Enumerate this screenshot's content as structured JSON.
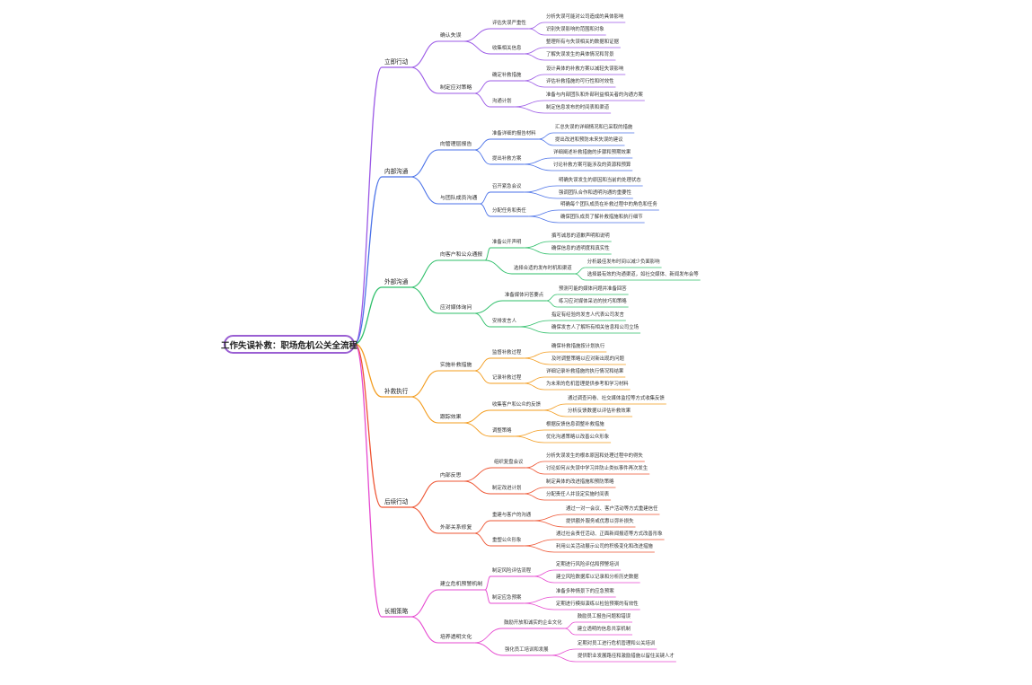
{
  "root": "工作失误补救：职场危机公关全流程",
  "colors": {
    "立即行动": "#9b59e6",
    "内部沟通": "#4b72e8",
    "外部沟通": "#2fbf6a",
    "补救执行": "#f39c1e",
    "后续行动": "#ee5533",
    "长期策略": "#e64ad0",
    "root_border": "#9a5fd3"
  },
  "branches": [
    {
      "label": "立即行动",
      "children": [
        {
          "label": "确认失误",
          "children": [
            {
              "label": "评估失误严重性",
              "children": [
                "分析失误可能对公司造成的具体影响",
                "识别失误影响的范围和对象"
              ]
            },
            {
              "label": "收集相关信息",
              "children": [
                "整理所有与失误相关的数据和证据",
                "了解失误发生的具体情况和背景"
              ]
            }
          ]
        },
        {
          "label": "制定应对策略",
          "children": [
            {
              "label": "确定补救措施",
              "children": [
                "设计具体的补救方案以减轻失误影响",
                "评估补救措施的可行性和时效性"
              ]
            },
            {
              "label": "沟通计划",
              "children": [
                "准备与内部团队和外部利益相关者的沟通方案",
                "制定信息发布的时间表和渠道"
              ]
            }
          ]
        }
      ]
    },
    {
      "label": "内部沟通",
      "children": [
        {
          "label": "向管理层报告",
          "children": [
            {
              "label": "准备详细的报告材料",
              "children": [
                "汇总失误的详细情况和已采取的措施",
                "提出改进和预防未来失误的建议"
              ]
            },
            {
              "label": "提出补救方案",
              "children": [
                "详细阐述补救措施的步骤和预期效果",
                "讨论补救方案可能涉及的资源和预算"
              ]
            }
          ]
        },
        {
          "label": "与团队成员沟通",
          "children": [
            {
              "label": "召开紧急会议",
              "children": [
                "明确失误发生的原因和当前的处理状态",
                "强调团队合作和透明沟通的重要性"
              ]
            },
            {
              "label": "分配任务和责任",
              "children": [
                "明确每个团队成员在补救过程中的角色和任务",
                "确保团队成员了解补救措施和执行细节"
              ]
            }
          ]
        }
      ]
    },
    {
      "label": "外部沟通",
      "children": [
        {
          "label": "向客户和公众通报",
          "children": [
            {
              "label": "准备公开声明",
              "children": [
                "撰写诚恳的道歉声明和说明",
                "确保信息的透明度和真实性"
              ]
            },
            {
              "label": "选择合适的发布时机和渠道",
              "children": [
                "分析最佳发布时间以减少负面影响",
                "选择最有效的沟通渠道，如社交媒体、新闻发布会等"
              ]
            }
          ]
        },
        {
          "label": "应对媒体询问",
          "children": [
            {
              "label": "准备媒体问答要点",
              "children": [
                "预测可能的媒体问题并准备回答",
                "练习应对媒体采访的技巧和策略"
              ]
            },
            {
              "label": "安排发言人",
              "children": [
                "指定有经验的发言人代表公司发言",
                "确保发言人了解所有相关信息和公司立场"
              ]
            }
          ]
        }
      ]
    },
    {
      "label": "补救执行",
      "children": [
        {
          "label": "实施补救措施",
          "children": [
            {
              "label": "监督补救过程",
              "children": [
                "确保补救措施按计划执行",
                "及时调整策略以应对新出现的问题"
              ]
            },
            {
              "label": "记录补救过程",
              "children": [
                "详细记录补救措施的执行情况和结果",
                "为未来的危机管理提供参考和学习材料"
              ]
            }
          ]
        },
        {
          "label": "跟踪效果",
          "children": [
            {
              "label": "收集客户和公众的反馈",
              "children": [
                "通过调查问卷、社交媒体监控等方式收集反馈",
                "分析反馈数据以评估补救效果"
              ]
            },
            {
              "label": "调整策略",
              "children": [
                "根据反馈信息调整补救措施",
                "优化沟通策略以改善公众形象"
              ]
            }
          ]
        }
      ]
    },
    {
      "label": "后续行动",
      "children": [
        {
          "label": "内部反思",
          "children": [
            {
              "label": "组织复盘会议",
              "children": [
                "分析失误发生的根本原因和处理过程中的得失",
                "讨论如何从失误中学习并防止类似事件再次发生"
              ]
            },
            {
              "label": "制定改进计划",
              "children": [
                "制定具体的改进措施和预防策略",
                "分配责任人并设定实施时间表"
              ]
            }
          ]
        },
        {
          "label": "外部关系修复",
          "children": [
            {
              "label": "重建与客户的沟通",
              "children": [
                "通过一对一会议、客户活动等方式重建信任",
                "提供额外服务或优惠以弥补损失"
              ]
            },
            {
              "label": "重塑公众形象",
              "children": [
                "通过社会责任活动、正面新闻报道等方式改善形象",
                "利用公关活动展示公司的积极变化和改进措施"
              ]
            }
          ]
        }
      ]
    },
    {
      "label": "长期策略",
      "children": [
        {
          "label": "建立危机预警机制",
          "children": [
            {
              "label": "制定风险评估流程",
              "children": [
                "定期进行风险评估和预警培训",
                "建立风险数据库以记录和分析历史数据"
              ]
            },
            {
              "label": "制定应急预案",
              "children": [
                "准备多种情景下的应急预案",
                "定期进行模拟演练以检验预案的有效性"
              ]
            }
          ]
        },
        {
          "label": "培养透明文化",
          "children": [
            {
              "label": "鼓励开放和诚实的企业文化",
              "children": [
                "鼓励员工报告问题和错误",
                "建立透明的信息共享机制"
              ]
            },
            {
              "label": "强化员工培训和发展",
              "children": [
                "定期对员工进行危机管理和公关培训",
                "提供职业发展路径和激励措施以留住关键人才"
              ]
            }
          ]
        }
      ]
    }
  ]
}
